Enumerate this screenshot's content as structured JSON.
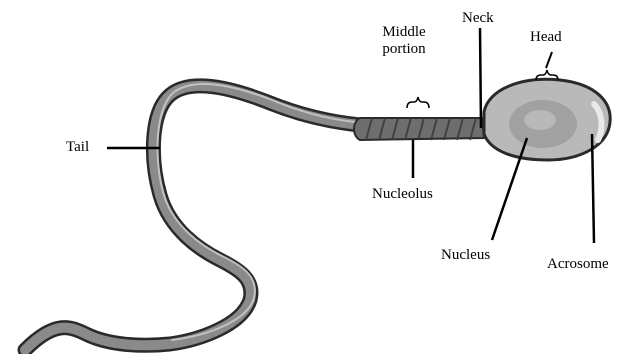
{
  "labels": {
    "tail": "Tail",
    "middle_portion_line1": "Middle",
    "middle_portion_line2": "portion",
    "neck": "Neck",
    "head": "Head",
    "nucleolus": "Nucleolus",
    "nucleus": "Nucleus",
    "acrosome": "Acrosome"
  },
  "colors": {
    "outline": "#2a2a2a",
    "tail_fill": "#8a8a8a",
    "tail_highlight": "#cfcfcf",
    "midpiece_fill": "#6e6e6e",
    "head_fill": "#b9b9b9",
    "nucleus_fill": "#9a9a9a",
    "acrosome_fill": "#e9e9e9",
    "leader": "#000000"
  }
}
